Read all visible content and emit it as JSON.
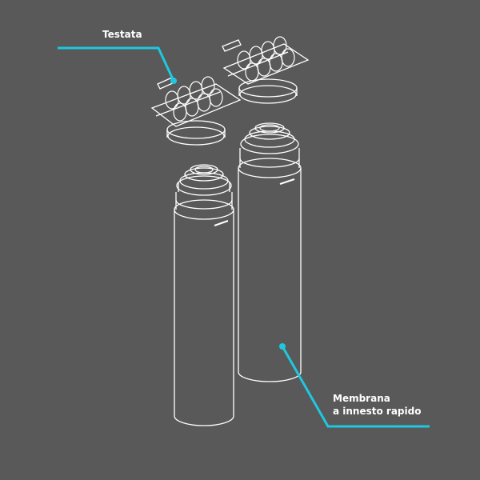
{
  "labels": {
    "head": "Testata",
    "membrane_line1": "Membrana",
    "membrane_line2": "a innesto rapido"
  },
  "colors": {
    "background": "#595959",
    "callout": "#1ec8e0",
    "lineart": "#ffffff"
  }
}
